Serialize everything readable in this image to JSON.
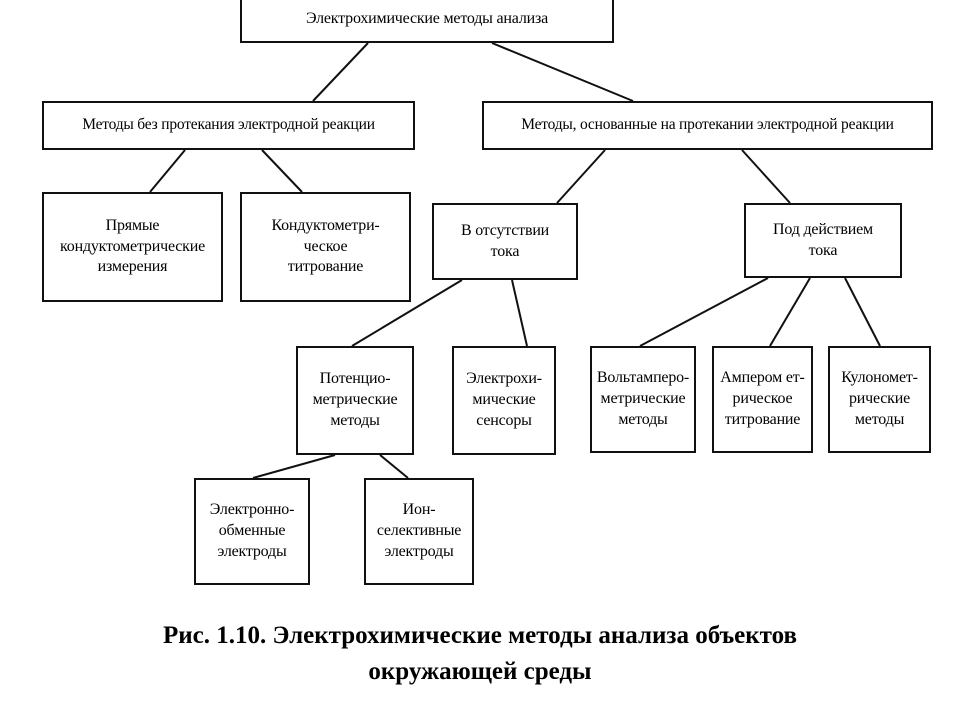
{
  "diagram": {
    "root": "Электрохимические методы анализа",
    "branch_left": "Методы без протекания электродной реакции",
    "branch_right": "Методы, основанные на  протекании электродной реакции",
    "direct_conductometry": "Прямые\nкондуктометрические\nизмерения",
    "conductometric_titration": "Кондуктометри-\nческое\nтитрование",
    "no_current": "В отсутствии\nтока",
    "under_current": "Под действием\nтока",
    "potentiometric": "Потенцио-\nметрические\nметоды",
    "electrochemical_sensors": "Электрохи-\nмические\nсенсоры",
    "voltammetric": "Вольтампеpo-\nметрические\nметоды",
    "amperometric": "Ампером ет-\nрическое\nтитрование",
    "coulometric": "Кулономет-\nрические\nметоды",
    "electron_exchange": "Электронно-\nобменные\nэлектроды",
    "ion_selective": "Ион-\nселективные\nэлектроды"
  },
  "caption": {
    "line1": "Рис. 1.10. Электрохимические методы анализа объектов",
    "line2": "окружающей среды"
  }
}
